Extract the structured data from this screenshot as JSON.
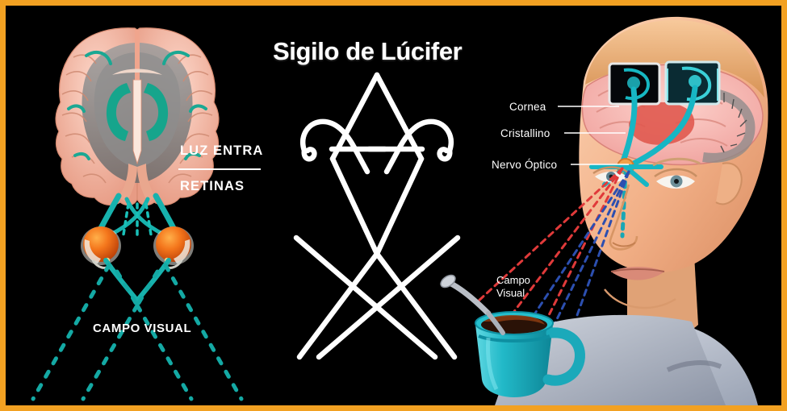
{
  "frame": {
    "border_color": "#f2a122",
    "background_color": "#000000"
  },
  "title": "Sigilo de Lúcifer",
  "left_panel": {
    "name": "visual-pathway-diagram",
    "labels": {
      "luz_entra": "LUZ ENTRA",
      "retinas": "RETINAS",
      "campo_visual": "CAMPO VISUAL"
    },
    "colors": {
      "optic_nerve": "#18b5ae",
      "field_lines": "#14a9a4",
      "eyeball": "#f06a18",
      "cortex": "#f3b9a6",
      "ventricle": "#17a58f"
    }
  },
  "sigil": {
    "name": "sigil-of-lucifer",
    "stroke_color": "#ffffff",
    "stroke_width": 6
  },
  "right_panel": {
    "name": "head-anatomy-diagram",
    "annotations": [
      "Cornea",
      "Cristallino",
      "Nervo Óptico"
    ],
    "campo_visual": "Campo\nVisual",
    "campo_visual_line1": "Campo",
    "campo_visual_line2": "Visual",
    "colors": {
      "skin": "#f6c09c",
      "brain": "#f6b5b0",
      "optic_tract": "#17b6c4",
      "sight_line_red": "#e03a3a",
      "sight_line_blue": "#2c4fb0",
      "cup": "#1fb7c6",
      "coffee": "#3a1d0c"
    }
  }
}
